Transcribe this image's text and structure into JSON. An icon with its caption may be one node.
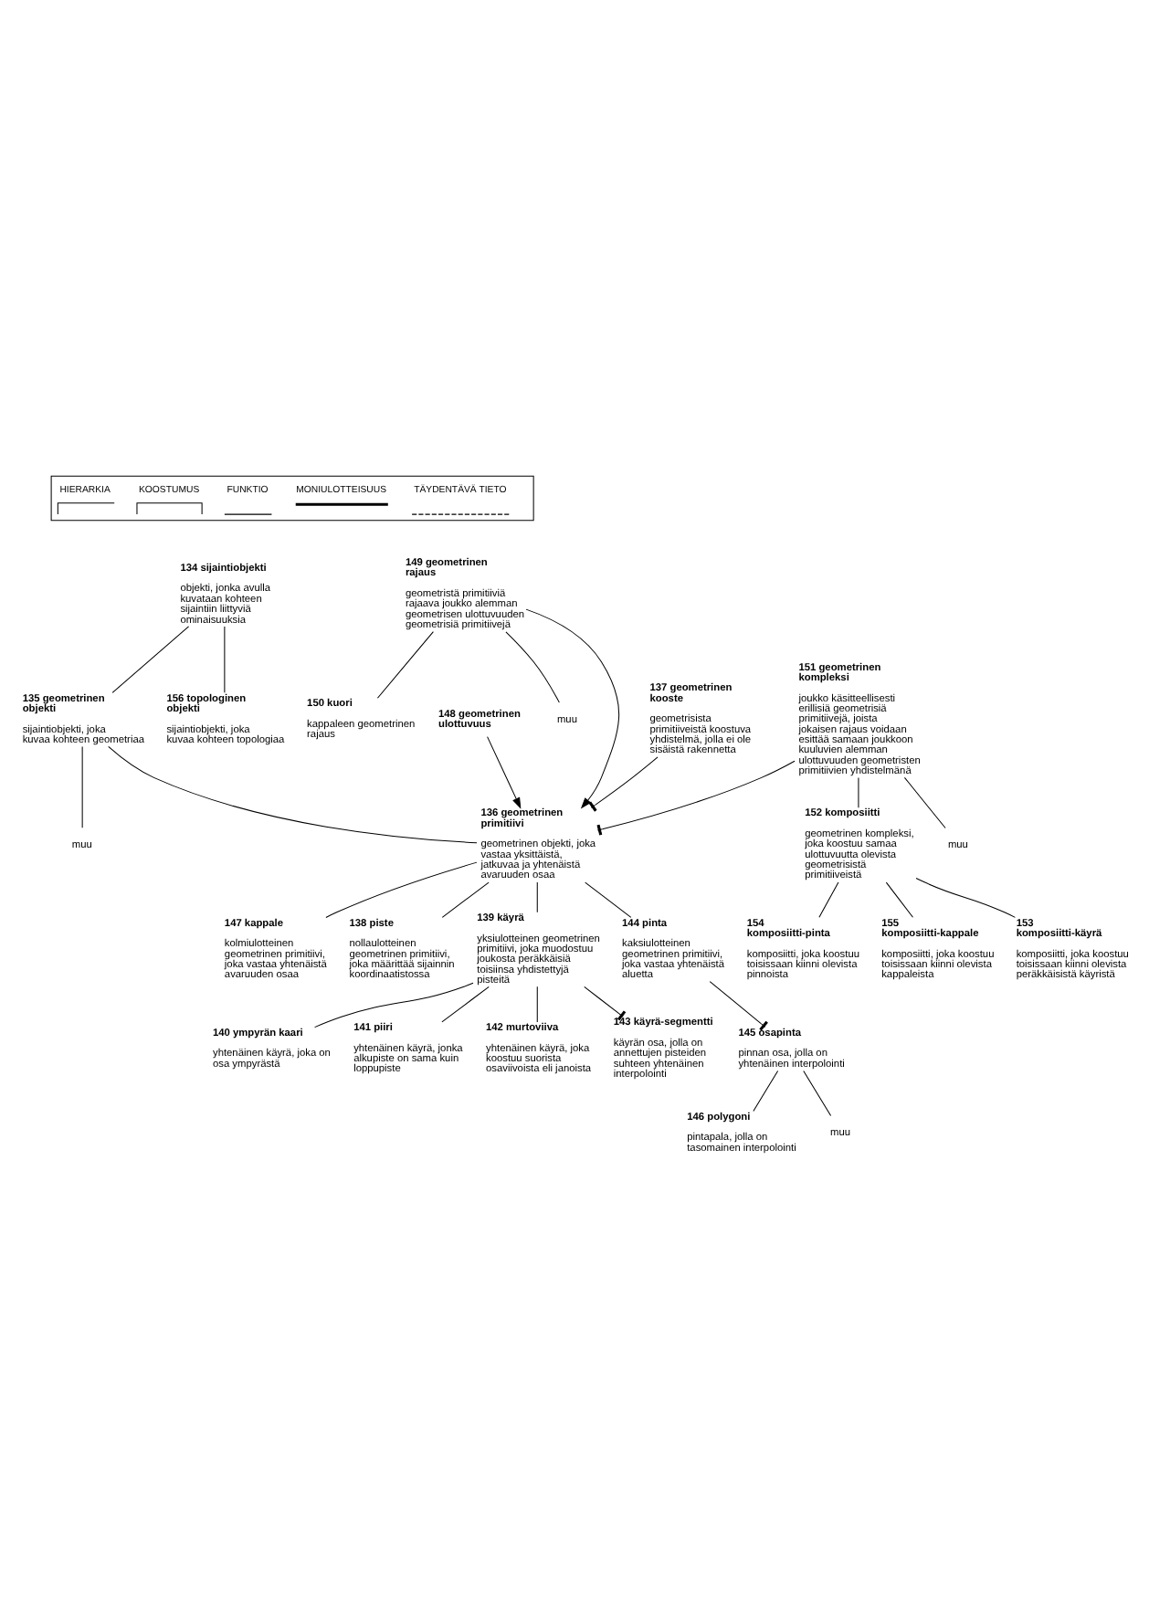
{
  "diagram": {
    "nodes": [
      {
        "text": [
          "149 geometrinen rajaus",
          "geometristä primitiiviä rajaava joukko alemman geometrisen ulottuvuuden geometrisiä primitiivejä"
        ]
      },
      {
        "text": [
          "150 kuori",
          "kappaleen geometrinen rajaus"
        ]
      },
      {
        "text": [
          "muu"
        ]
      },
      {
        "text": [
          "134 sijaintiobjekti",
          "objekti, jonka avulla kuvataan kohteen sijaintiin liittyviä ominaisuuksia"
        ]
      },
      {
        "text": [
          "135 geometrinen objekti",
          "sijaintiobjekti, joka kuvaa kohteen geometriaa"
        ]
      },
      {
        "text": [
          "156 topologinen objekti",
          "sijaintiobjekti, joka kuvaa kohteen topologiaa"
        ]
      },
      {
        "text": [
          "136 geometrinen primitiivi",
          "geometrinen objekti, joka vastaa yksittäistä, jatkuvaa ja yhtenäistä avaruuden osaa"
        ]
      },
      {
        "text": [
          "muu"
        ]
      },
      {
        "text": [
          "137 geometrinen kooste",
          "geometrisista primitiiveistä koostuva yhdistelmä, jolla ei ole sisäistä rakennetta"
        ]
      },
      {
        "text": [
          "151 geometrinen kompleksi",
          "joukko käsitteellisesti erillisiä geometrisiä primitiivejä, joista jokaisen rajaus voidaan esittää samaan joukkoon kuuluvien alemman ulottuvuuden geometristen primitiivien yhdistelmänä"
        ]
      },
      {
        "text": [
          "148 geometrinen ulottuvuus"
        ]
      },
      {
        "text": [
          "138 piste",
          "nollaulotteinen geometrinen primitiivi, joka määrittää sijainnin koordinaatistossa"
        ]
      },
      {
        "text": [
          "139 käyrä",
          "yksiulotteinen geometrinen primitiivi, joka muodostuu joukosta peräkkäisiä toisiinsa yhdistettyjä pisteitä"
        ]
      },
      {
        "text": [
          "144 pinta",
          "kaksiulotteinen geometrinen primitiivi, joka vastaa yhtenäistä aluetta"
        ]
      },
      {
        "text": [
          "147 kappale",
          "kolmiulotteinen geometrinen primitiivi, joka vastaa yhtenäistä avaruuden osaa"
        ]
      },
      {
        "text": [
          "152 komposiitti",
          "geometrinen kompleksi, joka koostuu samaa ulottuvuutta olevista geometrisistä primitiiveistä"
        ]
      },
      {
        "text": [
          "muu"
        ]
      },
      {
        "text": [
          "145 osapinta",
          "pinnan osa, jolla on yhtenäinen interpolointi"
        ]
      },
      {
        "text": [
          "143 käyrä-segmentti",
          "käyrän osa, jolla on annettujen pisteiden suhteen yhtenäinen interpolointi"
        ]
      },
      {
        "text": [
          "146 polygoni",
          "pintapala, jolla on tasomainen interpolointi"
        ]
      },
      {
        "text": [
          "muu"
        ]
      },
      {
        "text": [
          "140 ympyrän kaari",
          "yhtenäinen käyrä, joka on osa ympyrästä"
        ]
      },
      {
        "text": [
          "141 piiri",
          "yhtenäinen käyrä, jonka alkupiste on sama kuin loppupiste"
        ]
      },
      {
        "text": [
          "142 murtoviiva",
          "yhtenäinen käyrä, joka koostuu suorista osaviivoista eli janoista"
        ]
      },
      {
        "text": [
          "153 komposiitti-käyrä",
          "komposiitti, joka koostuu toisissaan kiinni olevista peräkkäisistä käyristä"
        ]
      },
      {
        "text": [
          "154 komposiitti-pinta",
          "komposiitti, joka koostuu toisissaan kiinni olevista pinnoista"
        ]
      },
      {
        "text": [
          "155 komposiitti-kappale",
          "komposiitti, joka koostuu toisissaan kiinni olevista kappaleista"
        ]
      }
    ],
    "edges": [
      {
        "from": 0,
        "to": 1,
        "arrow": "none"
      },
      {
        "from": 0,
        "to": 2,
        "arrow": "none"
      },
      {
        "from": 3,
        "to": 4,
        "arrow": "none"
      },
      {
        "from": 3,
        "to": 5,
        "arrow": "none"
      },
      {
        "from": 0,
        "to": 6,
        "arrow": "to"
      },
      {
        "from": 4,
        "to": 6,
        "arrow": "none"
      },
      {
        "from": 4,
        "to": 7,
        "arrow": "none"
      },
      {
        "from": 8,
        "to": 6,
        "arrow": "other"
      },
      {
        "from": 9,
        "to": 6,
        "arrow": "other"
      },
      {
        "from": 10,
        "to": 6,
        "arrow": "to"
      },
      {
        "from": 6,
        "to": 11,
        "arrow": "none"
      },
      {
        "from": 6,
        "to": 12,
        "arrow": "none"
      },
      {
        "from": 6,
        "to": 13,
        "arrow": "none"
      },
      {
        "from": 6,
        "to": 14,
        "arrow": "none"
      },
      {
        "from": 9,
        "to": 15,
        "arrow": "none"
      },
      {
        "from": 9,
        "to": 16,
        "arrow": "none"
      },
      {
        "from": 13,
        "to": 17,
        "arrow": "other"
      },
      {
        "from": 12,
        "to": 18,
        "arrow": "other"
      },
      {
        "from": 17,
        "to": 19,
        "arrow": "none"
      },
      {
        "from": 17,
        "to": 20,
        "arrow": "none"
      },
      {
        "from": 12,
        "to": 21,
        "arrow": "none"
      },
      {
        "from": 12,
        "to": 22,
        "arrow": "none"
      },
      {
        "from": 12,
        "to": 23,
        "arrow": "none"
      },
      {
        "from": 15,
        "to": 24,
        "arrow": "none"
      },
      {
        "from": 15,
        "to": 25,
        "arrow": "none"
      },
      {
        "from": 15,
        "to": 26,
        "arrow": "none"
      }
    ],
    "legend": [
      {
        "text": "HIERARKIA"
      },
      {
        "text": "KOOSTUMUS"
      },
      {
        "text": "FUNKTIO"
      },
      {
        "text": "MONIULOTTEISUUS"
      },
      {
        "text": "TÄYDENTÄVÄ TIETO"
      }
    ]
  }
}
